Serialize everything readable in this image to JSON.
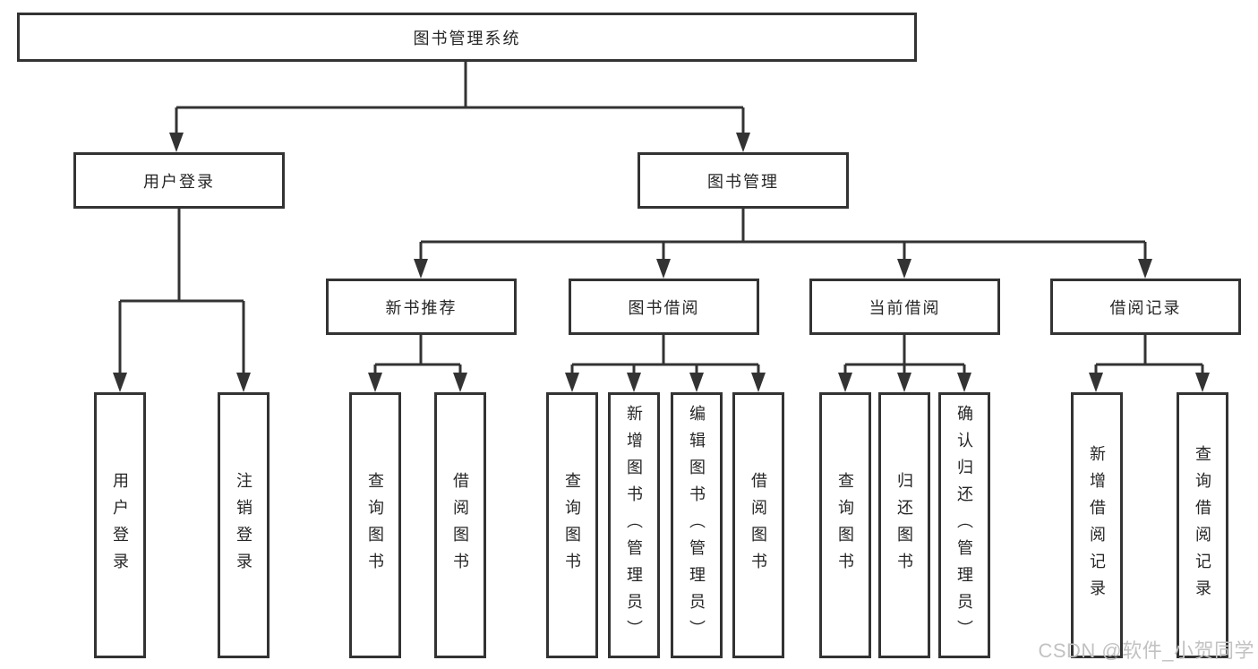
{
  "tree": {
    "label": "图书管理系统",
    "children": [
      {
        "label": "用户登录",
        "children": [
          {
            "label": "用户登录"
          },
          {
            "label": "注销登录"
          }
        ]
      },
      {
        "label": "图书管理",
        "children": [
          {
            "label": "新书推荐",
            "children": [
              {
                "label": "查询图书"
              },
              {
                "label": "借阅图书"
              }
            ]
          },
          {
            "label": "图书借阅",
            "children": [
              {
                "label": "查询图书"
              },
              {
                "label": "新增图书（管理员）"
              },
              {
                "label": "编辑图书（管理员）"
              },
              {
                "label": "借阅图书"
              }
            ]
          },
          {
            "label": "当前借阅",
            "children": [
              {
                "label": "查询图书"
              },
              {
                "label": "归还图书"
              },
              {
                "label": "确认归还（管理员）"
              }
            ]
          },
          {
            "label": "借阅记录",
            "children": [
              {
                "label": "新增借阅记录"
              },
              {
                "label": "查询借阅记录"
              }
            ]
          }
        ]
      }
    ]
  },
  "watermark": {
    "text": "CSDN @软件_小贺同学"
  },
  "colors": {
    "line": "#333333",
    "box_border": "#333333",
    "text": "#262626",
    "watermark": "#c2c2c2",
    "background": "#ffffff"
  }
}
